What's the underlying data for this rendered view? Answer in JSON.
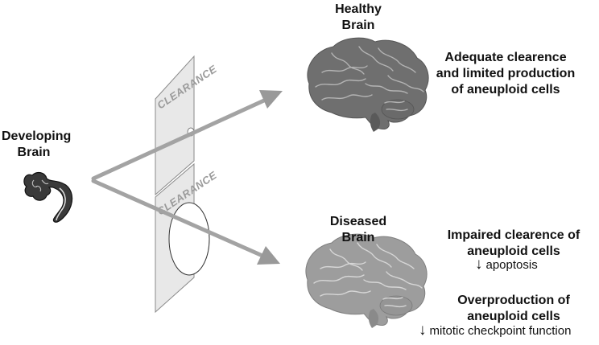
{
  "developing_brain": {
    "line1": "Developing",
    "line2": "Brain"
  },
  "healthy_brain": {
    "line1": "Healthy",
    "line2": "Brain"
  },
  "diseased_brain": {
    "line1": "Diseased",
    "line2": "Brain"
  },
  "clearance_top": "CLEARANCE",
  "clearance_bottom": "CLEARANCE",
  "healthy_outcome": {
    "line1": "Adequate clearence",
    "line2": "and limited production",
    "line3": "of aneuploid cells"
  },
  "diseased_outcome_1": {
    "line1": "Impaired clearence of",
    "line2": "aneuploid cells",
    "arrow": "↓",
    "detail": "apoptosis"
  },
  "diseased_outcome_2": {
    "line1": "Overproduction of",
    "line2": "aneuploid cells",
    "arrow": "↓",
    "detail": "mitotic checkpoint function"
  },
  "colors": {
    "arrow": "#999999",
    "panel_fill": "#e9e9e9",
    "panel_stroke": "#8a8a8a",
    "healthy_brain": "#6f6f6f",
    "diseased_brain": "#9d9d9d",
    "clearance_text": "#9a9a9a"
  }
}
